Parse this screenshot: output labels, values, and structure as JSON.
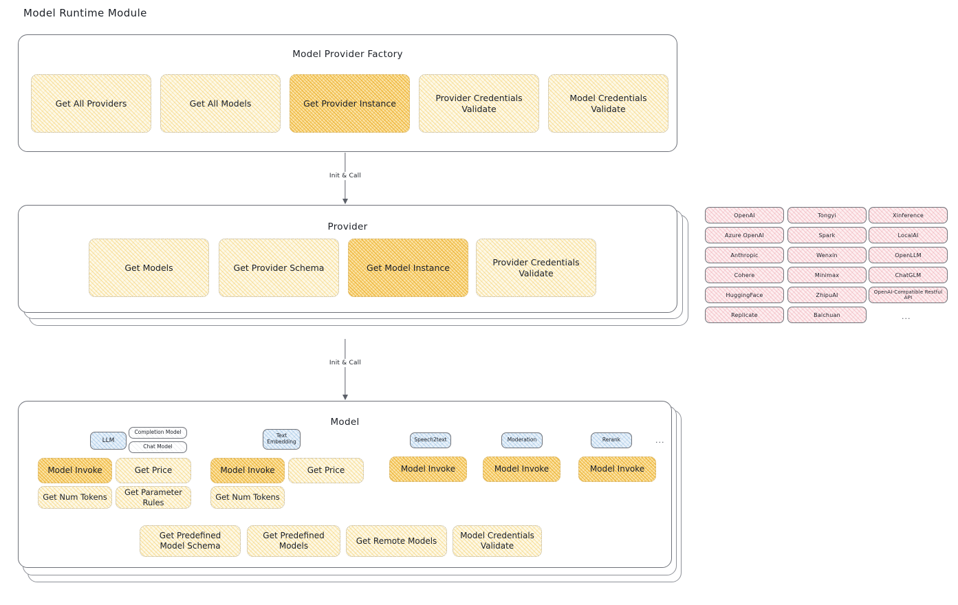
{
  "page": {
    "title": "Model Runtime Module"
  },
  "factory": {
    "title": "Model Provider Factory",
    "nodes": [
      {
        "label": "Get All Providers",
        "highlight": false
      },
      {
        "label": "Get All Models",
        "highlight": false
      },
      {
        "label": "Get Provider Instance",
        "highlight": true
      },
      {
        "label": "Provider Credentials Validate",
        "highlight": false
      },
      {
        "label": "Model Credentials Validate",
        "highlight": false
      }
    ]
  },
  "connector_top": {
    "label": "Init & Call"
  },
  "provider": {
    "title": "Provider",
    "nodes": [
      {
        "label": "Get Models",
        "highlight": false
      },
      {
        "label": "Get Provider Schema",
        "highlight": false
      },
      {
        "label": "Get Model Instance",
        "highlight": true
      },
      {
        "label": "Provider Credentials Validate",
        "highlight": false
      }
    ]
  },
  "connector_bottom": {
    "label": "Init & Call"
  },
  "provider_list": {
    "ellipsis": "...",
    "columns": [
      {
        "items": [
          "OpenAI",
          "Azure OpenAI",
          "Anthropic",
          "Cohere",
          "HuggingFace",
          "Replicate"
        ]
      },
      {
        "items": [
          "Tongyi",
          "Spark",
          "Wenxin",
          "Minimax",
          "ZhipuAI",
          "Baichuan"
        ]
      },
      {
        "items": [
          "Xinference",
          "LocalAI",
          "OpenLLM",
          "ChatGLM",
          "OpenAI-Compatible Restful API"
        ]
      }
    ]
  },
  "model": {
    "title": "Model",
    "ellipsis": "...",
    "types": [
      {
        "badge": "LLM",
        "sub_badges": [
          "Completion Model",
          "Chat Model"
        ],
        "methods": [
          {
            "label": "Model Invoke",
            "highlight": true
          },
          {
            "label": "Get Price",
            "highlight": false
          },
          {
            "label": "Get Num Tokens",
            "highlight": false
          },
          {
            "label": "Get Parameter Rules",
            "highlight": false
          }
        ]
      },
      {
        "badge": "Text Embedding",
        "sub_badges": [],
        "methods": [
          {
            "label": "Model Invoke",
            "highlight": true
          },
          {
            "label": "Get Price",
            "highlight": false
          },
          {
            "label": "Get Num Tokens",
            "highlight": false
          }
        ]
      },
      {
        "badge": "Speech2text",
        "sub_badges": [],
        "methods": [
          {
            "label": "Model Invoke",
            "highlight": true
          }
        ]
      },
      {
        "badge": "Moderation",
        "sub_badges": [],
        "methods": [
          {
            "label": "Model Invoke",
            "highlight": true
          }
        ]
      },
      {
        "badge": "Rerank",
        "sub_badges": [],
        "methods": [
          {
            "label": "Model Invoke",
            "highlight": true
          }
        ]
      }
    ],
    "shared_methods": [
      {
        "label": "Get Predefined Model Schema"
      },
      {
        "label": "Get Predefined Models"
      },
      {
        "label": "Get Remote Models"
      },
      {
        "label": "Model Credentials Validate"
      }
    ]
  },
  "colors": {
    "node_fill": "#fdf8e6",
    "node_highlight_fill": "#fbe3a6",
    "chip_fill": "#fdeef0",
    "badge_fill": "#e8f1fa",
    "stroke": "#6d7078",
    "text": "#1b1f27"
  }
}
